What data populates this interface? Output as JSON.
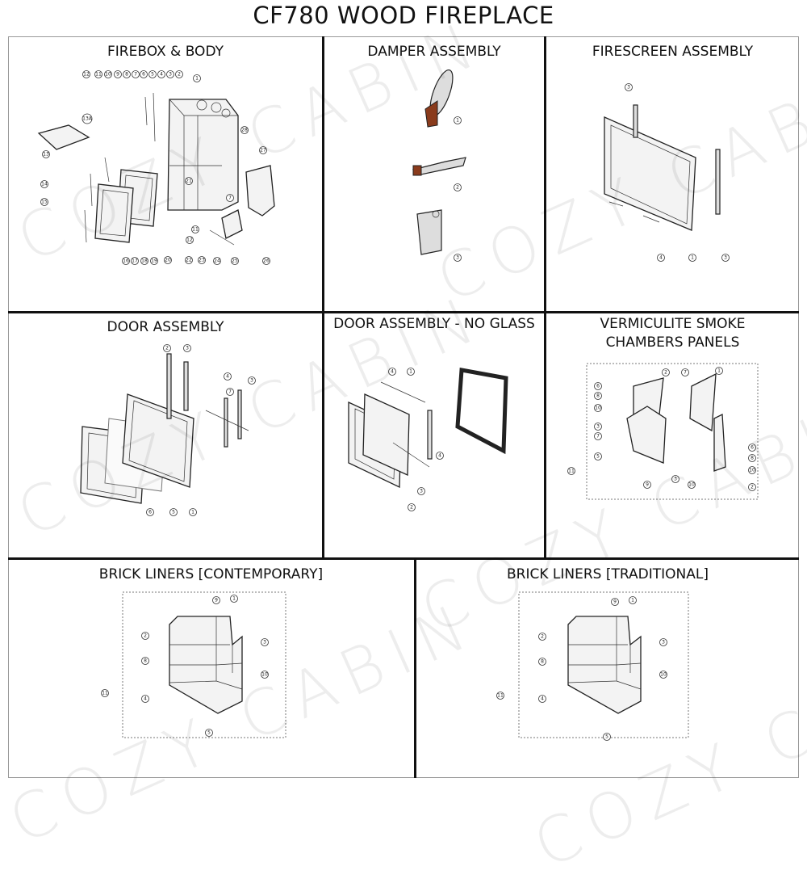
{
  "page_title": "CF780 WOOD FIREPLACE",
  "watermark": "COZY CABIN",
  "panels": {
    "firebox": {
      "title": "FIREBOX & BODY",
      "callouts": [
        "12",
        "11",
        "10",
        "9",
        "8",
        "7",
        "6",
        "5",
        "4",
        "3",
        "2",
        "1",
        "13A",
        "13",
        "28",
        "27",
        "14",
        "15",
        "21",
        "7",
        "11",
        "12",
        "16",
        "17",
        "18",
        "19",
        "20",
        "22",
        "23",
        "24",
        "25",
        "26"
      ]
    },
    "damper": {
      "title": "DAMPER ASSEMBLY",
      "callouts": [
        "1",
        "2",
        "3"
      ]
    },
    "firescreen": {
      "title": "FIRESCREEN ASSEMBLY",
      "callouts": [
        "3",
        "4",
        "1",
        "3"
      ]
    },
    "door": {
      "title": "DOOR ASSEMBLY",
      "callouts": [
        "2",
        "3",
        "4",
        "7",
        "3",
        "6",
        "5",
        "1"
      ]
    },
    "door_no_glass": {
      "title": "DOOR ASSEMBLY - NO GLASS",
      "callouts": [
        "4",
        "1",
        "4",
        "3",
        "2"
      ]
    },
    "vermiculite": {
      "title_line1": "VERMICULITE SMOKE",
      "title_line2": "CHAMBERS PANELS",
      "callouts": [
        "6",
        "8",
        "10",
        "2",
        "7",
        "1",
        "3",
        "7",
        "5",
        "11",
        "9",
        "3",
        "10",
        "6",
        "8",
        "10",
        "2"
      ]
    },
    "brick_contemporary": {
      "title": "BRICK LINERS [CONTEMPORARY]",
      "callouts": [
        "9",
        "1",
        "2",
        "3",
        "8",
        "10",
        "4",
        "11",
        "5"
      ]
    },
    "brick_traditional": {
      "title": "BRICK LINERS [TRADITIONAL]",
      "callouts": [
        "9",
        "1",
        "2",
        "3",
        "8",
        "10",
        "4",
        "11",
        "5"
      ]
    }
  },
  "colors": {
    "lines": "#111111",
    "damper_accent": "#8a3b1c"
  }
}
